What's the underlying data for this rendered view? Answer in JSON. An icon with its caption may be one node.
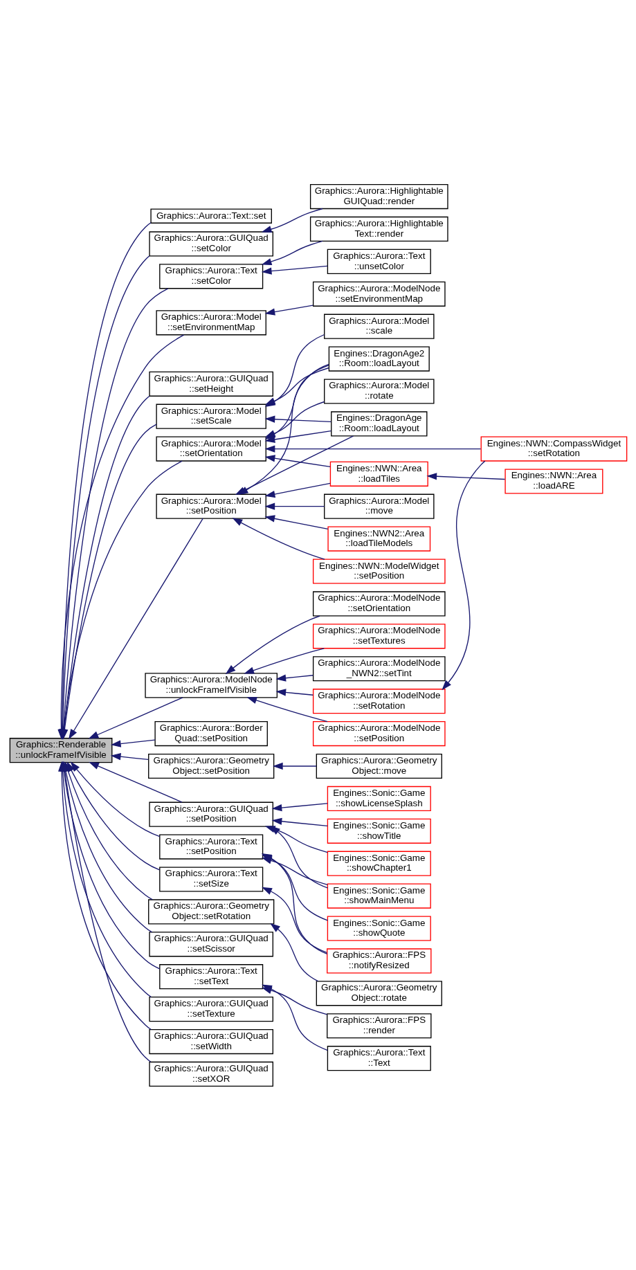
{
  "diagram": {
    "nodes": [
      {
        "text": [
          "Graphics::Renderable ::unlockFrameIfVisible"
        ]
      },
      {
        "text": [
          "Graphics::Aurora::Text::set"
        ]
      },
      {
        "text": [
          "Graphics::Aurora::GUIQuad ::setColor"
        ]
      },
      {
        "text": [
          "Graphics::Aurora::Text ::setColor"
        ]
      },
      {
        "text": [
          "Graphics::Aurora::Model ::setEnvironmentMap"
        ]
      },
      {
        "text": [
          "Graphics::Aurora::GUIQuad ::setHeight"
        ]
      },
      {
        "text": [
          "Graphics::Aurora::Model ::setOrientation"
        ]
      },
      {
        "text": [
          "Graphics::Aurora::Model ::setScale"
        ]
      },
      {
        "text": [
          "Graphics::Aurora::Model ::setPosition"
        ]
      },
      {
        "text": [
          "Graphics::Aurora::ModelNode ::unlockFrameIfVisible"
        ]
      },
      {
        "text": [
          "Graphics::Aurora::Border Quad::setPosition"
        ]
      },
      {
        "text": [
          "Graphics::Aurora::Geometry Object::setPosition"
        ]
      },
      {
        "text": [
          "Graphics::Aurora::GUIQuad ::setPosition"
        ]
      },
      {
        "text": [
          "Graphics::Aurora::Text ::setPosition"
        ]
      },
      {
        "text": [
          "Graphics::Aurora::Text ::setSize"
        ]
      },
      {
        "text": [
          "Graphics::Aurora::Geometry Object::setRotation"
        ]
      },
      {
        "text": [
          "Graphics::Aurora::GUIQuad ::setScissor"
        ]
      },
      {
        "text": [
          "Graphics::Aurora::Text ::setText"
        ]
      },
      {
        "text": [
          "Graphics::Aurora::GUIQuad ::setTexture"
        ]
      },
      {
        "text": [
          "Graphics::Aurora::GUIQuad ::setWidth"
        ]
      },
      {
        "text": [
          "Graphics::Aurora::GUIQuad ::setXOR"
        ]
      },
      {
        "text": [
          "Graphics::Aurora::Highlightable GUIQuad::render"
        ]
      },
      {
        "text": [
          "Graphics::Aurora::Highlightable Text::render"
        ]
      },
      {
        "text": [
          "Graphics::Aurora::Text ::unsetColor"
        ]
      },
      {
        "text": [
          "Graphics::Aurora::ModelNode ::setEnvironmentMap"
        ]
      },
      {
        "text": [
          "Graphics::Aurora::Model ::rotate"
        ]
      },
      {
        "text": [
          "Graphics::Aurora::Model ::scale"
        ]
      },
      {
        "text": [
          "Engines::DragonAge ::Room::loadLayout"
        ]
      },
      {
        "text": [
          "Engines::NWN::Area ::loadTiles"
        ]
      },
      {
        "text": [
          "Engines::DragonAge2 ::Room::loadLayout"
        ]
      },
      {
        "text": [
          "Graphics::Aurora::Model ::move"
        ]
      },
      {
        "text": [
          "Engines::NWN2::Area ::loadTileModels"
        ]
      },
      {
        "text": [
          "Engines::NWN::ModelWidget ::setPosition"
        ]
      },
      {
        "text": [
          "Graphics::Aurora::ModelNode ::setRotation"
        ]
      },
      {
        "text": [
          "Graphics::Aurora::ModelNode ::setTextures"
        ]
      },
      {
        "text": [
          "Graphics::Aurora::ModelNode _NWN2::setTint"
        ]
      },
      {
        "text": [
          "Graphics::Aurora::ModelNode ::setPosition"
        ]
      },
      {
        "text": [
          "Graphics::Aurora::ModelNode ::setOrientation"
        ]
      },
      {
        "text": [
          "Graphics::Aurora::Geometry Object::move"
        ]
      },
      {
        "text": [
          "Engines::Sonic::Game ::showLicenseSplash"
        ]
      },
      {
        "text": [
          "Engines::Sonic::Game ::showTitle"
        ]
      },
      {
        "text": [
          "Engines::Sonic::Game ::showChapter1"
        ]
      },
      {
        "text": [
          "Engines::Sonic::Game ::showMainMenu"
        ]
      },
      {
        "text": [
          "Engines::Sonic::Game ::showQuote"
        ]
      },
      {
        "text": [
          "Graphics::Aurora::FPS ::notifyResized"
        ]
      },
      {
        "text": [
          "Graphics::Aurora::Geometry Object::rotate"
        ]
      },
      {
        "text": [
          "Graphics::Aurora::FPS ::render"
        ]
      },
      {
        "text": [
          "Graphics::Aurora::Text ::Text"
        ]
      },
      {
        "text": [
          "Engines::NWN::Area ::loadARE"
        ]
      },
      {
        "text": [
          "Engines::NWN::CompassWidget ::setRotation"
        ]
      }
    ],
    "edges": [
      {
        "from": 1,
        "to": 0,
        "arrow": "to"
      },
      {
        "from": 2,
        "to": 0,
        "arrow": "to"
      },
      {
        "from": 3,
        "to": 0,
        "arrow": "to"
      },
      {
        "from": 4,
        "to": 0,
        "arrow": "to"
      },
      {
        "from": 5,
        "to": 0,
        "arrow": "to"
      },
      {
        "from": 6,
        "to": 0,
        "arrow": "to"
      },
      {
        "from": 7,
        "to": 0,
        "arrow": "to"
      },
      {
        "from": 8,
        "to": 0,
        "arrow": "to"
      },
      {
        "from": 9,
        "to": 0,
        "arrow": "to"
      },
      {
        "from": 10,
        "to": 0,
        "arrow": "to"
      },
      {
        "from": 11,
        "to": 0,
        "arrow": "to"
      },
      {
        "from": 12,
        "to": 0,
        "arrow": "to"
      },
      {
        "from": 13,
        "to": 0,
        "arrow": "to"
      },
      {
        "from": 14,
        "to": 0,
        "arrow": "to"
      },
      {
        "from": 15,
        "to": 0,
        "arrow": "to"
      },
      {
        "from": 16,
        "to": 0,
        "arrow": "to"
      },
      {
        "from": 17,
        "to": 0,
        "arrow": "to"
      },
      {
        "from": 18,
        "to": 0,
        "arrow": "to"
      },
      {
        "from": 19,
        "to": 0,
        "arrow": "to"
      },
      {
        "from": 20,
        "to": 0,
        "arrow": "to"
      },
      {
        "from": 21,
        "to": 2,
        "arrow": "to"
      },
      {
        "from": 22,
        "to": 3,
        "arrow": "to"
      },
      {
        "from": 23,
        "to": 3,
        "arrow": "to"
      },
      {
        "from": 24,
        "to": 4,
        "arrow": "to"
      },
      {
        "from": 25,
        "to": 6,
        "arrow": "to"
      },
      {
        "from": 27,
        "to": 6,
        "arrow": "to"
      },
      {
        "from": 28,
        "to": 6,
        "arrow": "to"
      },
      {
        "from": 29,
        "to": 6,
        "arrow": "to"
      },
      {
        "from": 49,
        "to": 6,
        "arrow": "to"
      },
      {
        "from": 26,
        "to": 7,
        "arrow": "to"
      },
      {
        "from": 27,
        "to": 7,
        "arrow": "to"
      },
      {
        "from": 29,
        "to": 7,
        "arrow": "to"
      },
      {
        "from": 27,
        "to": 8,
        "arrow": "to"
      },
      {
        "from": 28,
        "to": 8,
        "arrow": "to"
      },
      {
        "from": 29,
        "to": 8,
        "arrow": "to"
      },
      {
        "from": 30,
        "to": 8,
        "arrow": "to"
      },
      {
        "from": 31,
        "to": 8,
        "arrow": "to"
      },
      {
        "from": 32,
        "to": 8,
        "arrow": "to"
      },
      {
        "from": 33,
        "to": 9,
        "arrow": "to"
      },
      {
        "from": 34,
        "to": 9,
        "arrow": "to"
      },
      {
        "from": 35,
        "to": 9,
        "arrow": "to"
      },
      {
        "from": 36,
        "to": 9,
        "arrow": "to"
      },
      {
        "from": 37,
        "to": 9,
        "arrow": "to"
      },
      {
        "from": 38,
        "to": 11,
        "arrow": "to"
      },
      {
        "from": 39,
        "to": 12,
        "arrow": "to"
      },
      {
        "from": 40,
        "to": 12,
        "arrow": "to"
      },
      {
        "from": 41,
        "to": 12,
        "arrow": "to"
      },
      {
        "from": 42,
        "to": 12,
        "arrow": "to"
      },
      {
        "from": 42,
        "to": 13,
        "arrow": "to"
      },
      {
        "from": 43,
        "to": 13,
        "arrow": "to"
      },
      {
        "from": 44,
        "to": 13,
        "arrow": "to"
      },
      {
        "from": 44,
        "to": 14,
        "arrow": "to"
      },
      {
        "from": 45,
        "to": 15,
        "arrow": "to"
      },
      {
        "from": 46,
        "to": 17,
        "arrow": "to"
      },
      {
        "from": 47,
        "to": 17,
        "arrow": "to"
      },
      {
        "from": 48,
        "to": 28,
        "arrow": "to"
      },
      {
        "from": 49,
        "to": 33,
        "arrow": "to"
      }
    ]
  }
}
